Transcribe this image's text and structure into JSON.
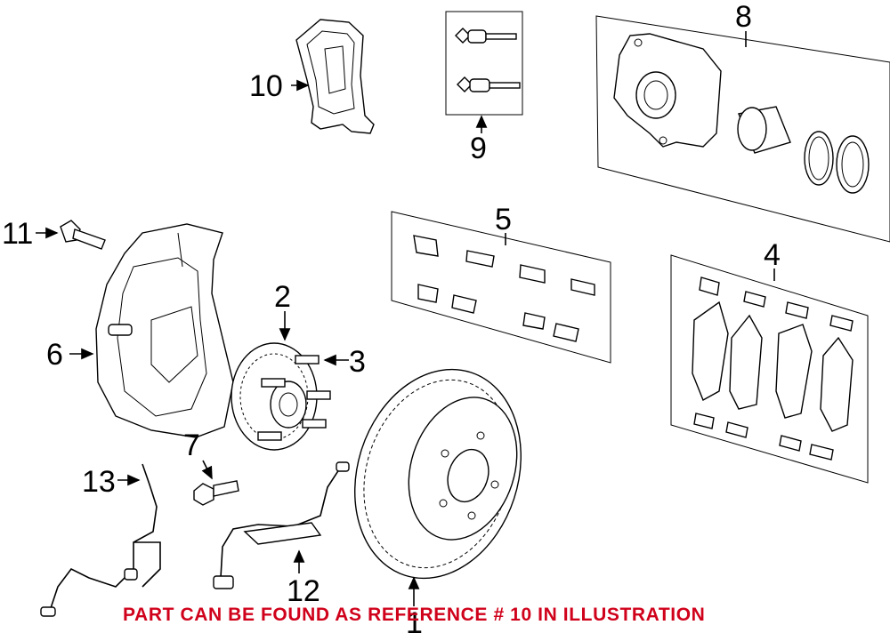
{
  "callouts": {
    "c1": "1",
    "c2": "2",
    "c3": "3",
    "c4": "4",
    "c5": "5",
    "c6": "6",
    "c7": "7",
    "c8": "8",
    "c9": "9",
    "c10": "10",
    "c11": "11",
    "c12": "12",
    "c13": "13"
  },
  "notice": {
    "text": "PART CAN BE FOUND AS REFERENCE # 10 IN ILLUSTRATION",
    "color": "#d0021b"
  }
}
